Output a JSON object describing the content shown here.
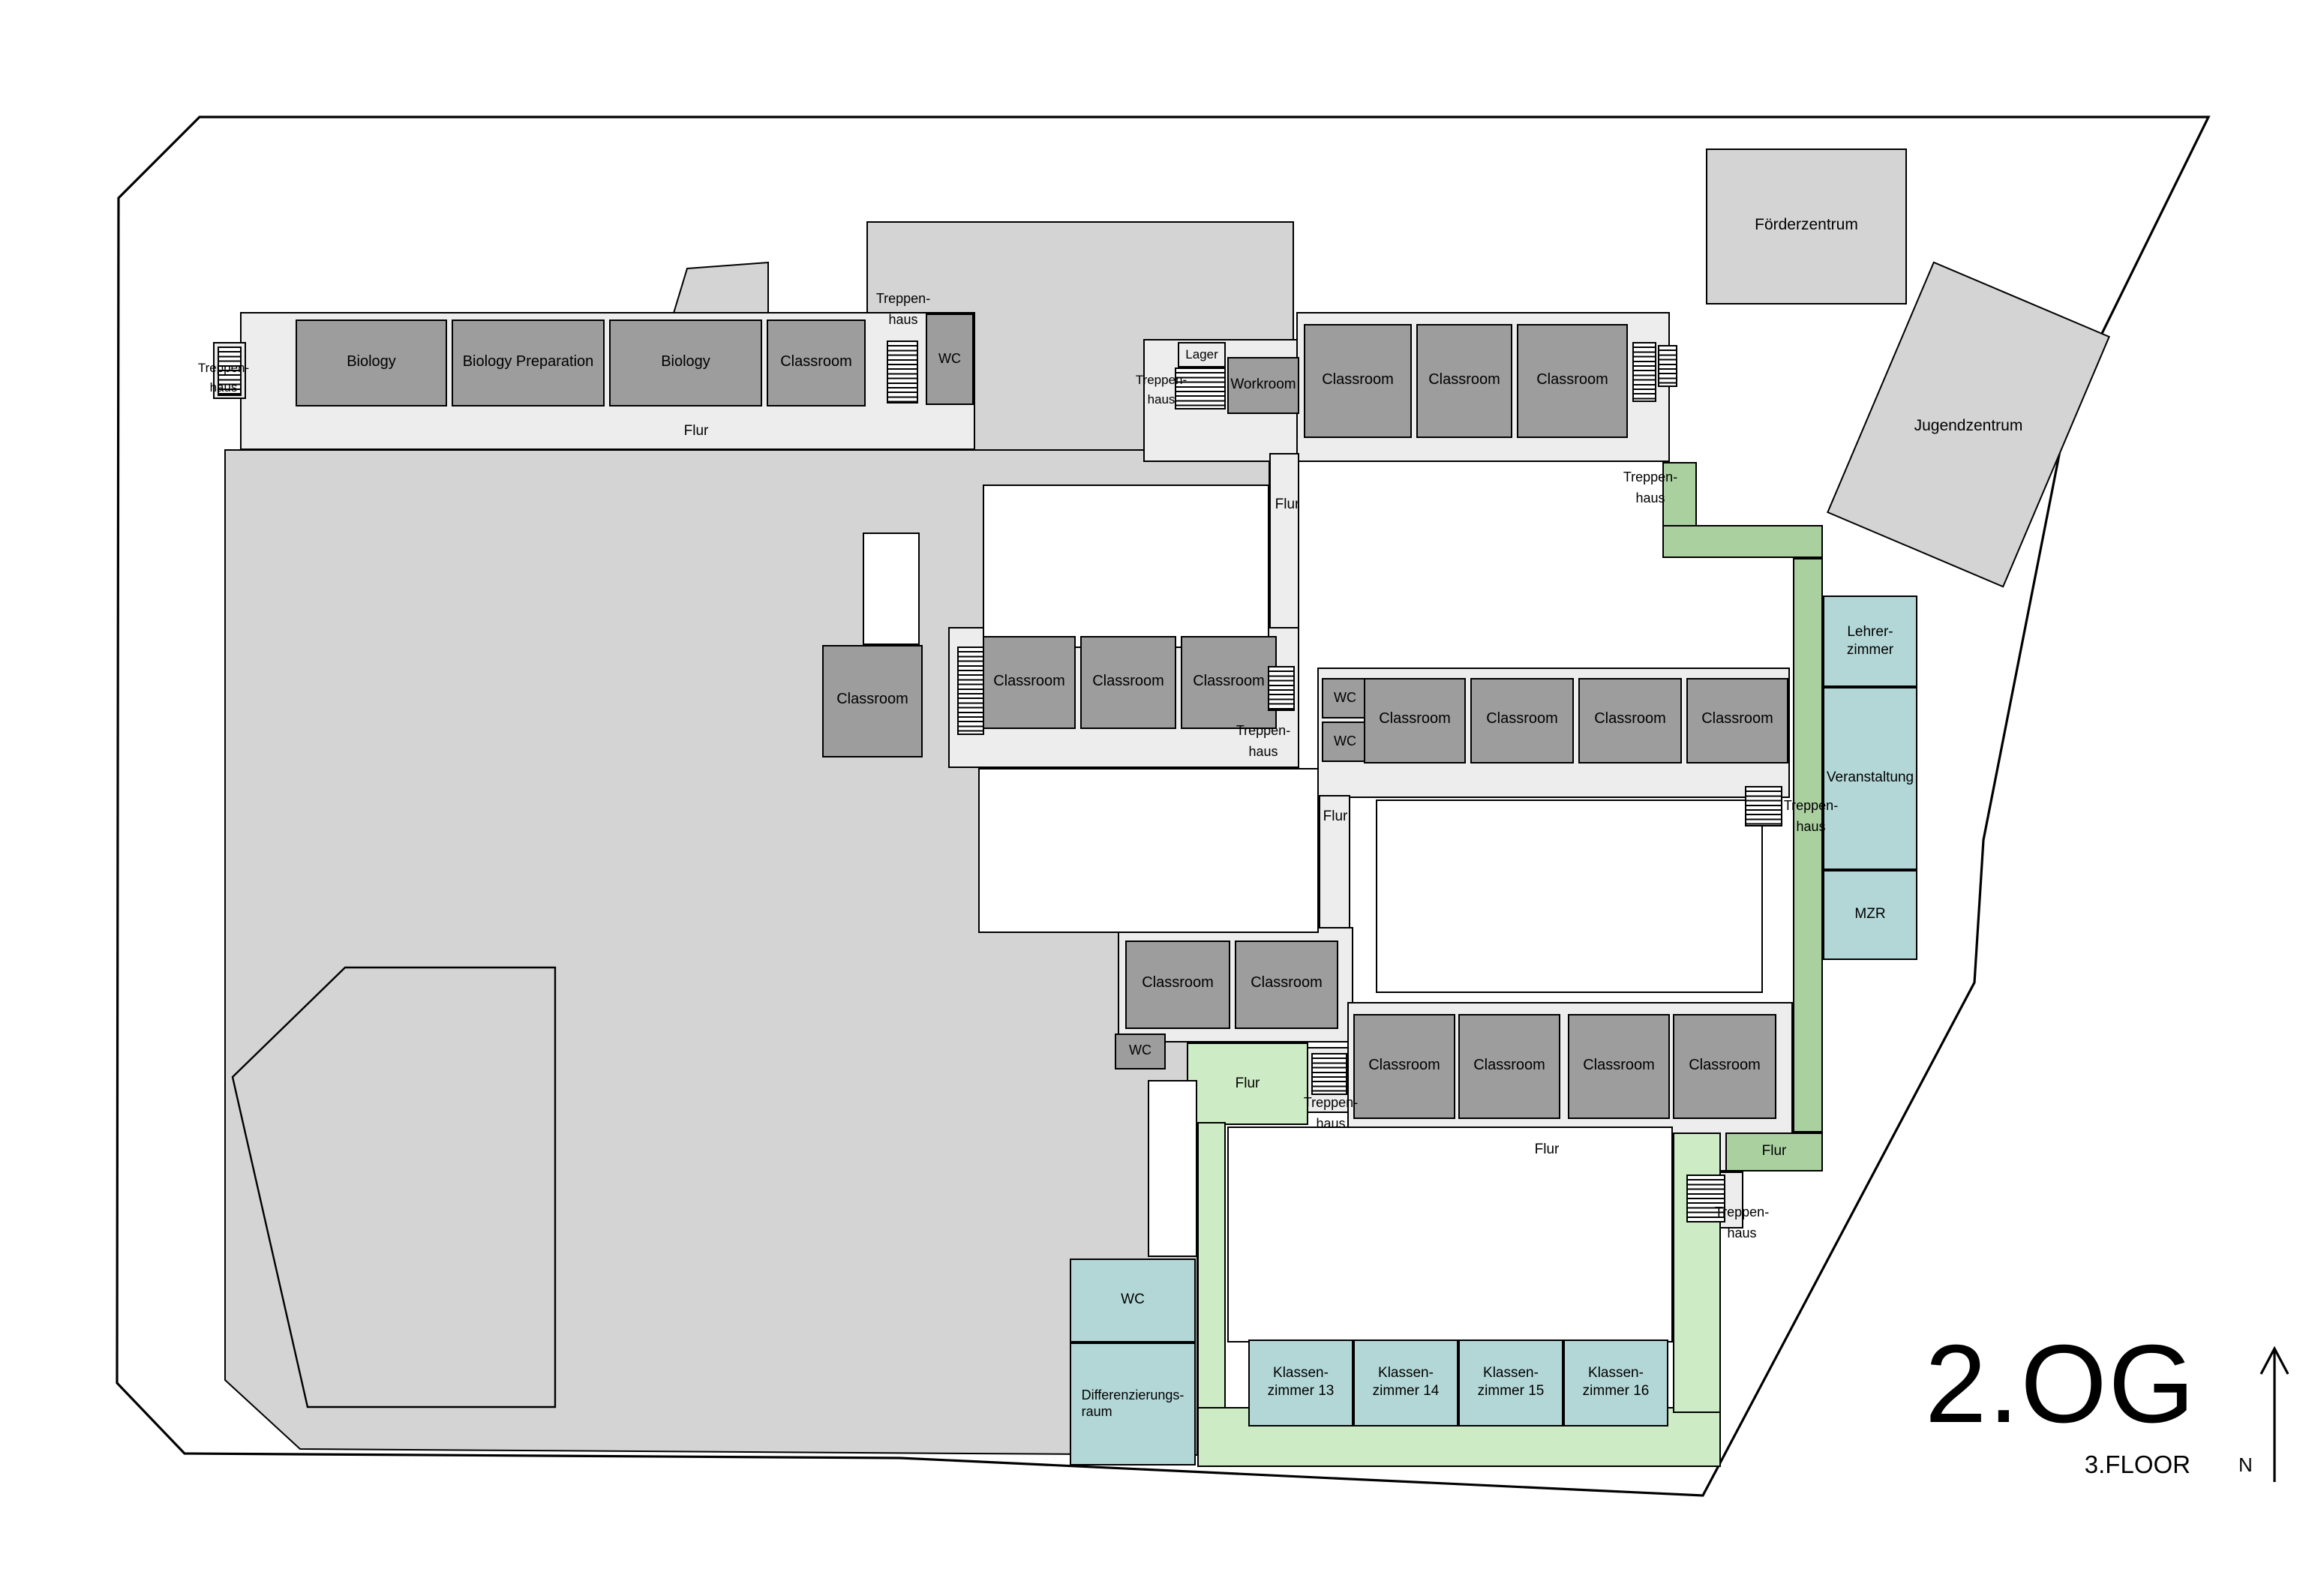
{
  "title": {
    "floor": "2.OG",
    "subtitle": "3.FLOOR",
    "compass": "N"
  },
  "labels": {
    "flur": "Flur",
    "treppenhaus_l1": "Treppen-",
    "treppenhaus_l2": "haus",
    "wc": "WC",
    "lager": "Lager",
    "classroom": "Classroom",
    "workroom": "Workroom"
  },
  "rooms": {
    "biology": "Biology",
    "biology_preparation": "Biology Preparation",
    "lehrerzimmer_l1": "Lehrer-",
    "lehrerzimmer_l2": "zimmer",
    "veranstaltung": "Veranstaltung",
    "mzr": "MZR",
    "differenzierungsraum_l1": "Differenzierungs-",
    "differenzierungsraum_l2": "raum",
    "klassenzimmer": [
      {
        "l1": "Klassen-",
        "l2": "zimmer 13"
      },
      {
        "l1": "Klassen-",
        "l2": "zimmer 14"
      },
      {
        "l1": "Klassen-",
        "l2": "zimmer 15"
      },
      {
        "l1": "Klassen-",
        "l2": "zimmer 16"
      }
    ]
  },
  "buildings": {
    "foerderzentrum": "Förderzentrum",
    "jugendzentrum": "Jugendzentrum"
  },
  "colors": {
    "room_dark": "#9d9d9d",
    "corridor_light": "#ededed",
    "site_mass": "#d4d4d4",
    "green_dark": "#abd0a0",
    "green_light": "#cdebc4",
    "teal": "#b3d7d7",
    "outline": "#000000"
  }
}
